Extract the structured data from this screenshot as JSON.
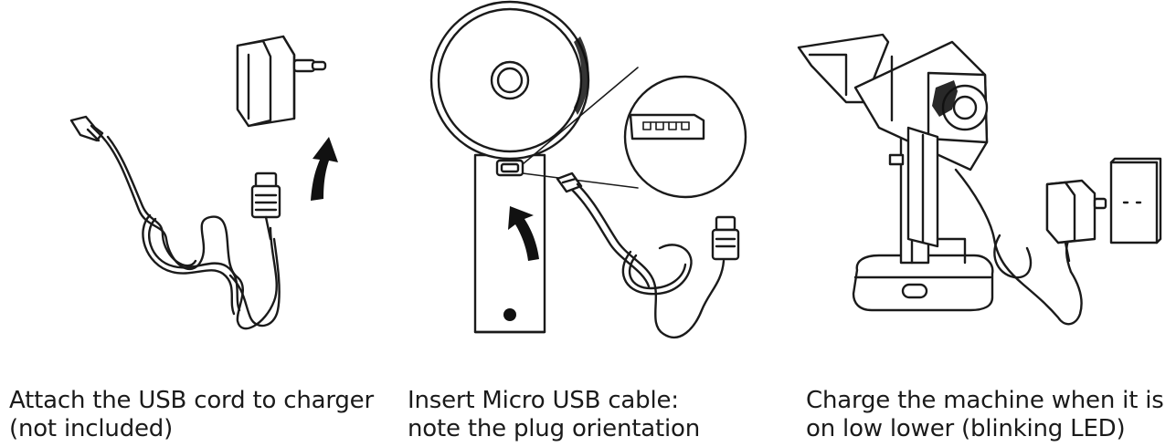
{
  "steps": [
    {
      "caption_line1": "Attach the USB cord to charger",
      "caption_line2": "(not included)"
    },
    {
      "caption_line1": "Insert Micro USB cable:",
      "caption_line2": "note the plug orientation"
    },
    {
      "caption_line1": "Charge the machine when it is",
      "caption_line2": "on low lower (blinking LED)"
    }
  ]
}
